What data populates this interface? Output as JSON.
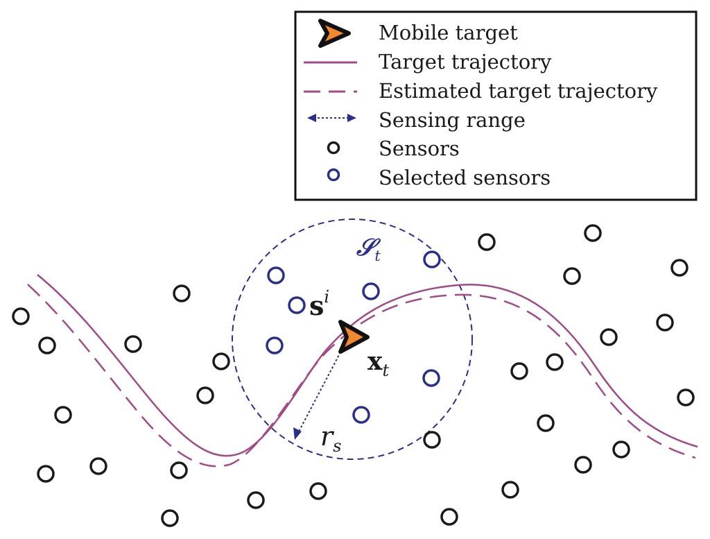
{
  "colors": {
    "sensor": "#1a1a1a",
    "selected_sensor": "#2b2f8c",
    "trajectory": "#a14a86",
    "sensing_range": "#2b2f8c",
    "target_fill": "#f0892e",
    "target_outline": "#111111",
    "legend_border": "#111111"
  },
  "legend": {
    "items": [
      {
        "icon": "mobile-target-icon",
        "label": "Mobile target"
      },
      {
        "icon": "solid-line-icon",
        "label": "Target trajectory"
      },
      {
        "icon": "dashed-line-icon",
        "label": "Estimated target trajectory"
      },
      {
        "icon": "double-arrow-icon",
        "label": "Sensing range"
      },
      {
        "icon": "circle-icon",
        "label": "Sensors"
      },
      {
        "icon": "blue-circle-icon",
        "label": "Selected sensors"
      }
    ]
  },
  "labels": {
    "sensing_set": {
      "main": "𝒮",
      "sub": "t"
    },
    "sensor_i": {
      "main": "s",
      "sup": "i"
    },
    "target_position": {
      "main": "x",
      "sub": "t"
    },
    "sensing_radius": {
      "main": "r",
      "sub": "s"
    }
  }
}
